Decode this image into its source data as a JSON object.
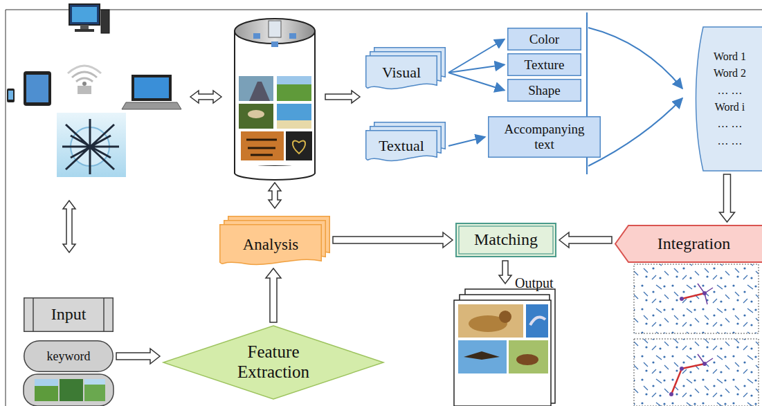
{
  "diagram": {
    "nodes": [
      {
        "text": [
          "Visual"
        ]
      },
      {
        "text": [
          "Color"
        ]
      },
      {
        "text": [
          "Texture"
        ]
      },
      {
        "text": [
          "Shape"
        ]
      },
      {
        "text": [
          "Textual"
        ]
      },
      {
        "text": [
          "Accompanying text"
        ]
      },
      {
        "text": [
          "Word 1",
          "Word 2",
          "… …",
          "Word i",
          "… …",
          "… …"
        ]
      },
      {
        "text": [
          "Analysis"
        ]
      },
      {
        "text": [
          "Matching"
        ]
      },
      {
        "text": [
          "Integration"
        ]
      },
      {
        "text": [
          "Input"
        ]
      },
      {
        "text": [
          "keyword"
        ]
      },
      {
        "text": [
          "Feature Extraction"
        ]
      }
    ],
    "edges": [
      {
        "from": 0,
        "to": 1,
        "arrow": "to"
      },
      {
        "from": 0,
        "to": 2,
        "arrow": "to"
      },
      {
        "from": 0,
        "to": 3,
        "arrow": "to"
      },
      {
        "from": 4,
        "to": 5,
        "arrow": "to"
      },
      {
        "from": 6,
        "to": 9,
        "arrow": "to"
      },
      {
        "from": 9,
        "to": 8,
        "arrow": "to"
      },
      {
        "from": 7,
        "to": 8,
        "arrow": "to"
      },
      {
        "from": 12,
        "to": 7,
        "arrow": "to"
      },
      {
        "from": 11,
        "to": 12,
        "arrow": "to"
      }
    ],
    "labels": [
      "Output"
    ]
  }
}
